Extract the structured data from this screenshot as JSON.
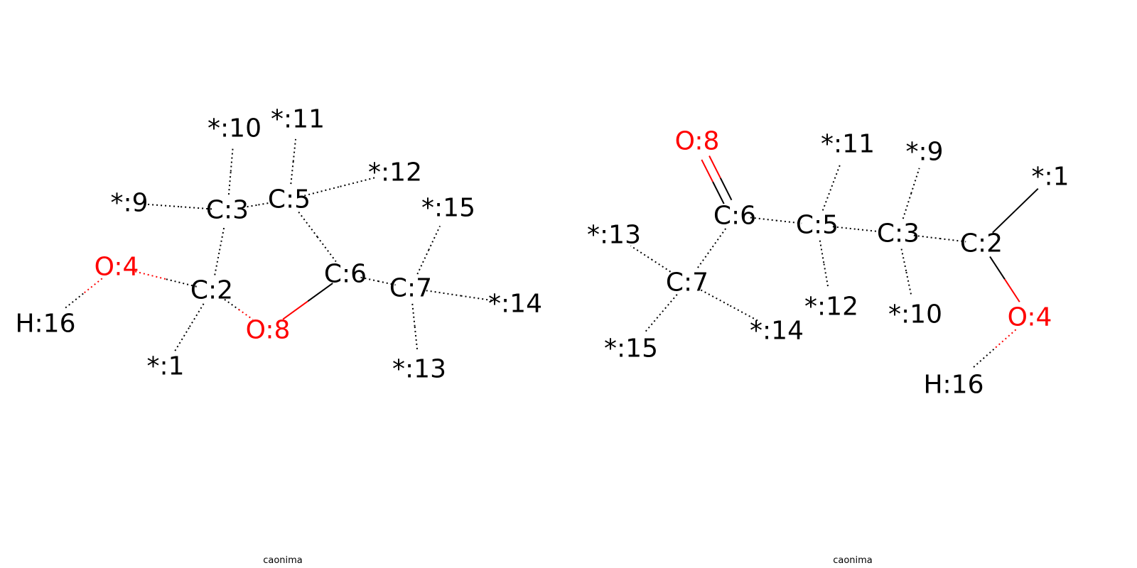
{
  "colors": {
    "carbon": "#000000",
    "oxygen": "#ff0000",
    "hydrogen": "#000000",
    "dummy": "#000000"
  },
  "molecules": [
    {
      "caption": "caonima",
      "atoms": [
        {
          "id": "a1",
          "label": "*:1",
          "element": "dummy"
        },
        {
          "id": "a2",
          "label": "C:2",
          "element": "carbon"
        },
        {
          "id": "a3",
          "label": "C:3",
          "element": "carbon"
        },
        {
          "id": "a4",
          "label": "O:4",
          "element": "oxygen"
        },
        {
          "id": "a5",
          "label": "C:5",
          "element": "carbon"
        },
        {
          "id": "a6",
          "label": "C:6",
          "element": "carbon"
        },
        {
          "id": "a7",
          "label": "C:7",
          "element": "carbon"
        },
        {
          "id": "a8",
          "label": "O:8",
          "element": "oxygen"
        },
        {
          "id": "a9",
          "label": "*:9",
          "element": "dummy"
        },
        {
          "id": "a10",
          "label": "*:10",
          "element": "dummy"
        },
        {
          "id": "a11",
          "label": "*:11",
          "element": "dummy"
        },
        {
          "id": "a12",
          "label": "*:12",
          "element": "dummy"
        },
        {
          "id": "a13",
          "label": "*:13",
          "element": "dummy"
        },
        {
          "id": "a14",
          "label": "*:14",
          "element": "dummy"
        },
        {
          "id": "a15",
          "label": "*:15",
          "element": "dummy"
        },
        {
          "id": "a16",
          "label": "H:16",
          "element": "hydrogen"
        }
      ],
      "bonds": [
        {
          "from": "a2",
          "to": "a3",
          "style": "dotted"
        },
        {
          "from": "a2",
          "to": "a1",
          "style": "dotted"
        },
        {
          "from": "a2",
          "to": "a4",
          "style": "dotted"
        },
        {
          "from": "a2",
          "to": "a8",
          "style": "dotted"
        },
        {
          "from": "a3",
          "to": "a9",
          "style": "dotted"
        },
        {
          "from": "a3",
          "to": "a10",
          "style": "dotted"
        },
        {
          "from": "a3",
          "to": "a5",
          "style": "dotted"
        },
        {
          "from": "a5",
          "to": "a11",
          "style": "dotted"
        },
        {
          "from": "a5",
          "to": "a12",
          "style": "dotted"
        },
        {
          "from": "a5",
          "to": "a6",
          "style": "dotted"
        },
        {
          "from": "a6",
          "to": "a8",
          "style": "solid"
        },
        {
          "from": "a6",
          "to": "a7",
          "style": "dotted"
        },
        {
          "from": "a7",
          "to": "a15",
          "style": "dotted"
        },
        {
          "from": "a7",
          "to": "a14",
          "style": "dotted"
        },
        {
          "from": "a7",
          "to": "a13",
          "style": "dotted"
        },
        {
          "from": "a4",
          "to": "a16",
          "style": "dotted"
        }
      ]
    },
    {
      "caption": "caonima",
      "atoms": [
        {
          "id": "b1",
          "label": "*:1",
          "element": "dummy"
        },
        {
          "id": "b2",
          "label": "C:2",
          "element": "carbon"
        },
        {
          "id": "b3",
          "label": "C:3",
          "element": "carbon"
        },
        {
          "id": "b4",
          "label": "O:4",
          "element": "oxygen"
        },
        {
          "id": "b5",
          "label": "C:5",
          "element": "carbon"
        },
        {
          "id": "b6",
          "label": "C:6",
          "element": "carbon"
        },
        {
          "id": "b7",
          "label": "C:7",
          "element": "carbon"
        },
        {
          "id": "b8",
          "label": "O:8",
          "element": "oxygen"
        },
        {
          "id": "b9",
          "label": "*:9",
          "element": "dummy"
        },
        {
          "id": "b10",
          "label": "*:10",
          "element": "dummy"
        },
        {
          "id": "b11",
          "label": "*:11",
          "element": "dummy"
        },
        {
          "id": "b12",
          "label": "*:12",
          "element": "dummy"
        },
        {
          "id": "b13",
          "label": "*:13",
          "element": "dummy"
        },
        {
          "id": "b14",
          "label": "*:14",
          "element": "dummy"
        },
        {
          "id": "b15",
          "label": "*:15",
          "element": "dummy"
        },
        {
          "id": "b16",
          "label": "H:16",
          "element": "hydrogen"
        }
      ],
      "bonds": [
        {
          "from": "b6",
          "to": "b8",
          "style": "double"
        },
        {
          "from": "b6",
          "to": "b5",
          "style": "dotted"
        },
        {
          "from": "b6",
          "to": "b7",
          "style": "dotted"
        },
        {
          "from": "b5",
          "to": "b11",
          "style": "dotted"
        },
        {
          "from": "b5",
          "to": "b12",
          "style": "dotted"
        },
        {
          "from": "b5",
          "to": "b3",
          "style": "dotted"
        },
        {
          "from": "b3",
          "to": "b9",
          "style": "dotted"
        },
        {
          "from": "b3",
          "to": "b10",
          "style": "dotted"
        },
        {
          "from": "b3",
          "to": "b2",
          "style": "dotted"
        },
        {
          "from": "b2",
          "to": "b1",
          "style": "solid"
        },
        {
          "from": "b2",
          "to": "b4",
          "style": "solid"
        },
        {
          "from": "b4",
          "to": "b16",
          "style": "dotted"
        },
        {
          "from": "b7",
          "to": "b13",
          "style": "dotted"
        },
        {
          "from": "b7",
          "to": "b15",
          "style": "dotted"
        },
        {
          "from": "b7",
          "to": "b14",
          "style": "dotted"
        }
      ]
    }
  ]
}
